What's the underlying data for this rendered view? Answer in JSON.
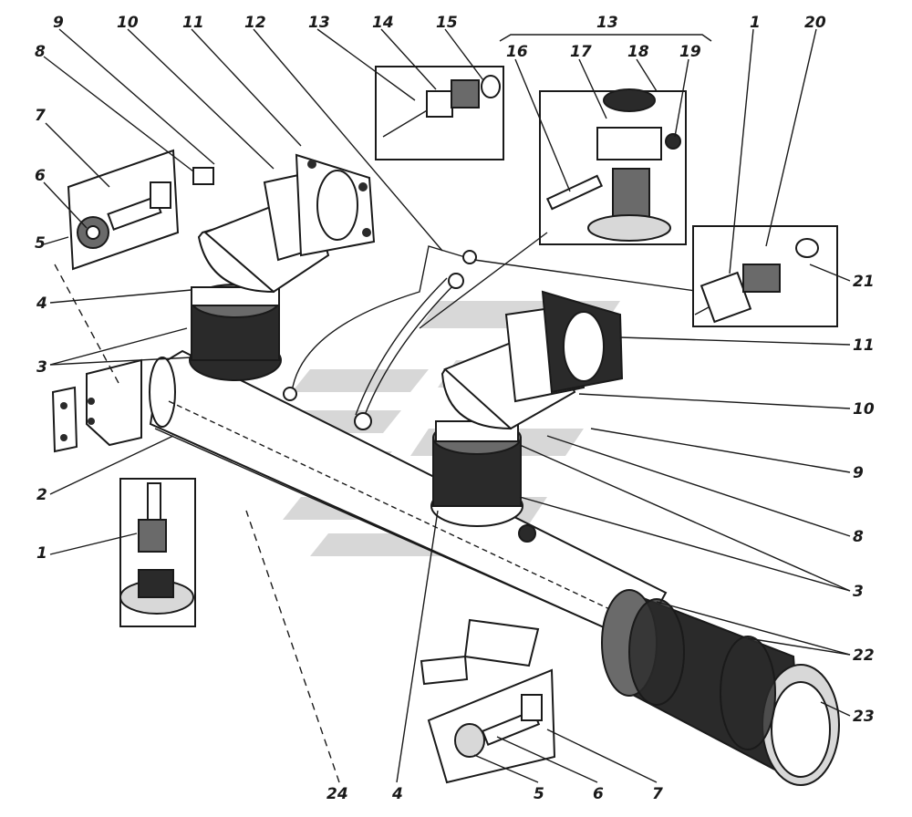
{
  "labels": {
    "l9_top": "9",
    "l10_top": "10",
    "l11_top": "11",
    "l12_top": "12",
    "l13_top": "13",
    "l14_top": "14",
    "l15_top": "15",
    "l13_group": "13",
    "l16": "16",
    "l17": "17",
    "l18": "18",
    "l19": "19",
    "l1_top": "1",
    "l20": "20",
    "l8_left": "8",
    "l7_left": "7",
    "l6_left": "6",
    "l5_left": "5",
    "l4_left": "4",
    "l3_left": "3",
    "l2_left": "2",
    "l1_left": "1",
    "l21": "21",
    "l11_right": "11",
    "l10_right": "10",
    "l9_right": "9",
    "l8_right": "8",
    "l3_right": "3",
    "l22": "22",
    "l23": "23",
    "l24": "24",
    "l4_bottom": "4",
    "l5_bottom": "5",
    "l6_bottom": "6",
    "l7_bottom": "7"
  },
  "colors": {
    "ink": "#1a1a1a",
    "watermark": "#b8b8b8"
  }
}
